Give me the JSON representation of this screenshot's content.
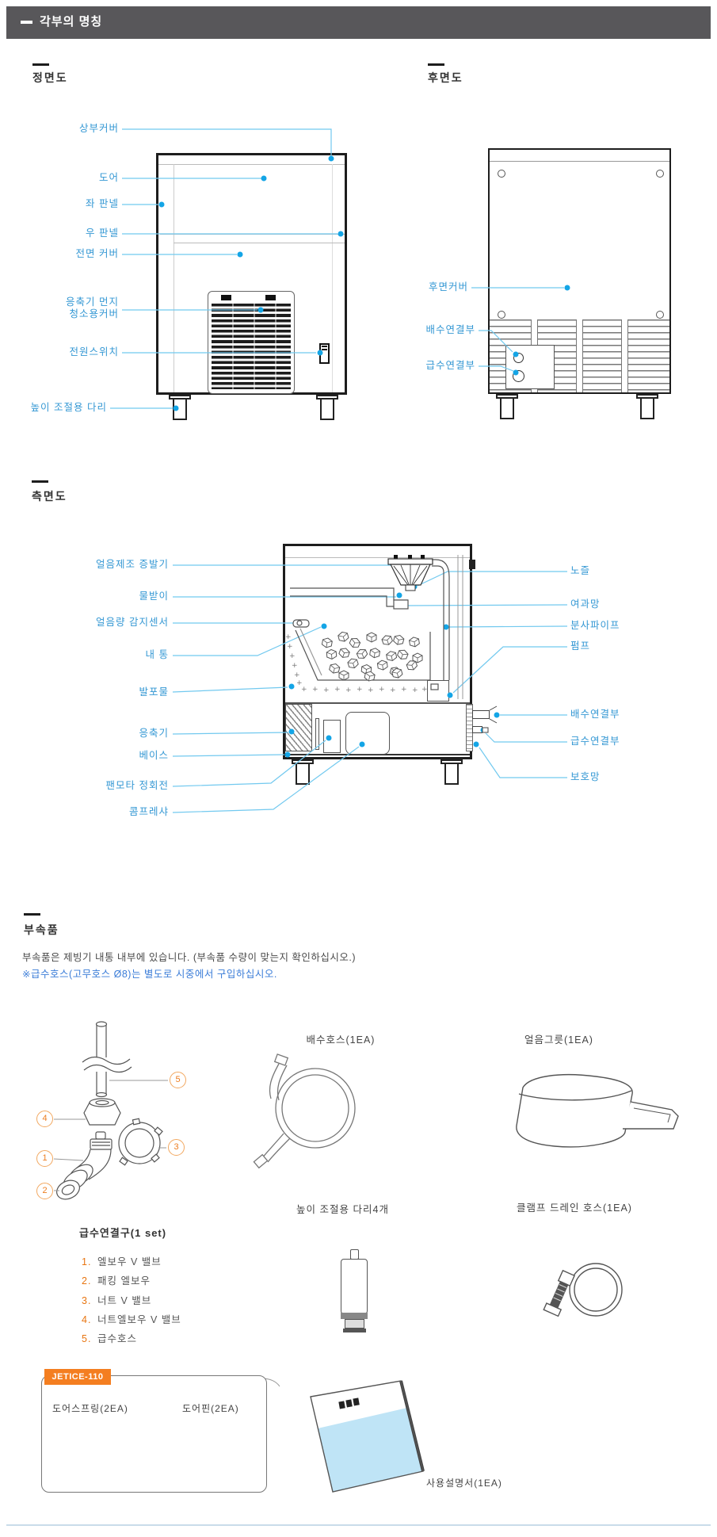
{
  "header": {
    "title": "각부의 명칭"
  },
  "front": {
    "title": "정면도",
    "labels": {
      "top_cover": "상부커버",
      "door": "도어",
      "left_panel": "좌 판넬",
      "right_panel": "우 판넬",
      "front_cover": "전면 커버",
      "condenser_cover": "응축기 먼지\n청소용커버",
      "power_switch": "전원스위치",
      "legs": "높이 조절용 다리"
    }
  },
  "rear": {
    "title": "후면도",
    "labels": {
      "rear_cover": "후면커버",
      "drain": "배수연결부",
      "water": "급수연결부"
    }
  },
  "side": {
    "title": "측면도",
    "labels_left": {
      "evaporator": "얼음제조 증발기",
      "water_tray": "물받이",
      "ice_sensor": "얼음량 감지센서",
      "inner_tank": "내 통",
      "foam": "발포물",
      "condenser": "응축기",
      "base": "베이스",
      "fan_motor": "팬모타 정회전",
      "compressor": "콤프레샤"
    },
    "labels_right": {
      "nozzle": "노즐",
      "filter": "여과망",
      "spray_pipe": "분사파이프",
      "pump": "펌프",
      "drain": "배수연결부",
      "water": "급수연결부",
      "guard": "보호망"
    }
  },
  "accessories": {
    "title": "부속품",
    "desc": "부속품은 제빙기 내통 내부에 있습니다. (부속품 수량이 맞는지 확인하십시오.)",
    "note": "※급수호스(고무호스 Ø8)는  별도로 시중에서 구입하십시오.",
    "drain_hose": "배수호스(1EA)",
    "ice_bowl": "얼음그릇(1EA)",
    "legs4": "높이 조절용 다리4개",
    "clamp_hose": "클램프 드레인 호스(1EA)",
    "connector_set": {
      "title": "급수연결구(1 set)",
      "callouts": [
        "1",
        "2",
        "3",
        "4",
        "5"
      ],
      "items": [
        {
          "no": "1.",
          "text": "엘보우 V 밸브"
        },
        {
          "no": "2.",
          "text": "패킹 엘보우"
        },
        {
          "no": "3.",
          "text": "너트 V 밸브"
        },
        {
          "no": "4.",
          "text": "너트엘보우 V 밸브"
        },
        {
          "no": "5.",
          "text": "급수호스"
        }
      ]
    },
    "jetice_box": {
      "model": "JETICE-110",
      "door_spring": "도어스프링(2EA)",
      "door_pin": "도어핀(2EA)"
    },
    "manual": "사용설명서(1EA)"
  },
  "colors": {
    "header_gray": "#58575a",
    "callout_blue": "#3598d4",
    "callout_dot": "#14a5e6",
    "note_blue": "#3b7dd8",
    "accent_orange": "#f47e20",
    "manual_blue": "#bfe4f6"
  }
}
